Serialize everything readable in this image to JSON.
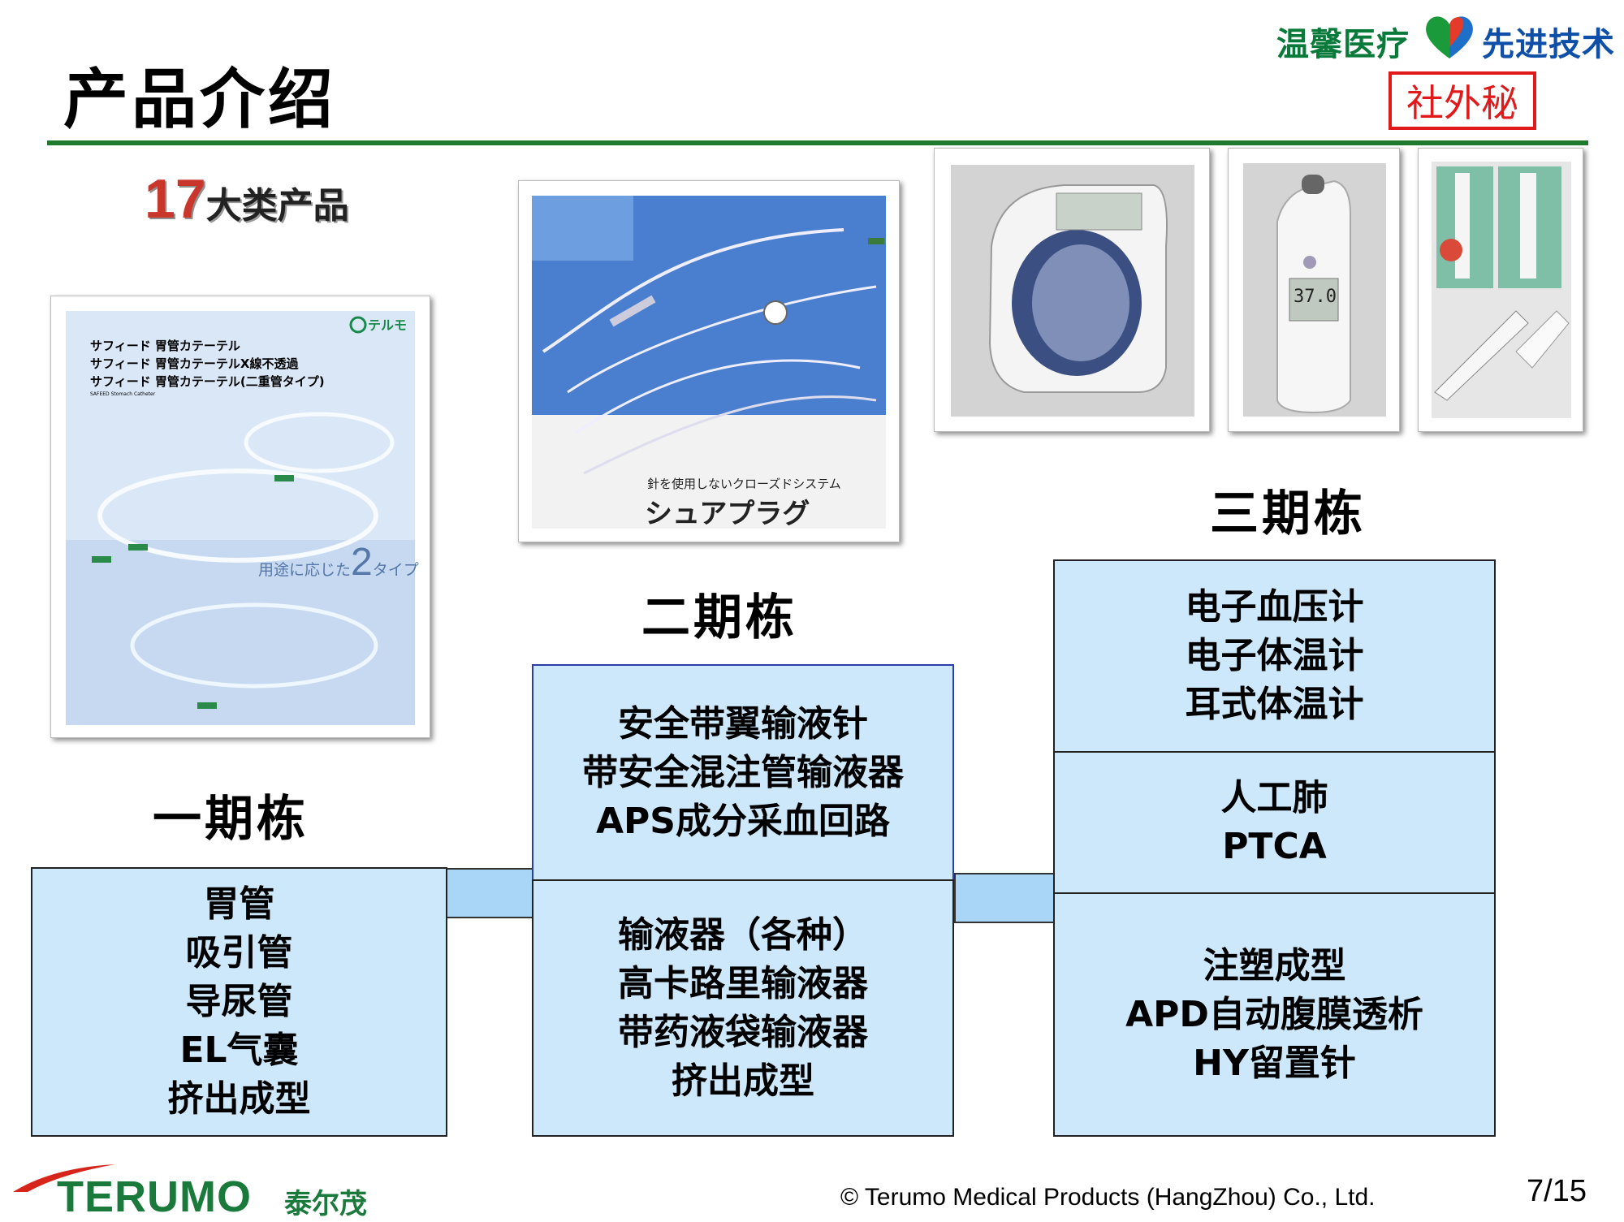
{
  "header": {
    "title": "产品介绍",
    "slogan_left": "温馨医疗",
    "slogan_right": "先进技术",
    "stamp": "社外秘",
    "count_number": "17",
    "count_label": "大类产品"
  },
  "photos": {
    "catalog_one": {
      "brand": "テルモ",
      "lines": [
        "サフィード 胃管カテーテル",
        "サフィード 胃管カテーテルX線不透過",
        "サフィード 胃管カテーテル(二重管タイプ)"
      ],
      "sub": "SAFEED Stomach Catheter",
      "caption_a": "用途に応じた",
      "caption_num": "2",
      "caption_b": "タイプ"
    },
    "catalog_two": {
      "tagline": "針を使用しないクローズドシステム",
      "product": "シュアプラグ"
    },
    "thermo_display": "37.0"
  },
  "phases": {
    "one": {
      "label": "一期栋",
      "items": [
        "胃管",
        "吸引管",
        "导尿管",
        "EL气囊",
        "挤出成型"
      ]
    },
    "two": {
      "label": "二期栋",
      "top_items": [
        "安全带翼输液针",
        "带安全混注管输液器",
        "APS成分采血回路"
      ],
      "bottom_items": [
        "输液器（各种）",
        "高卡路里输液器",
        "带药液袋输液器",
        "挤出成型"
      ]
    },
    "three": {
      "label": "三期栋",
      "top_items": [
        "电子血压计",
        "电子体温计",
        "耳式体温计"
      ],
      "middle_items": [
        "人工肺",
        "PTCA"
      ],
      "bottom_items": [
        "注塑成型",
        "APD自动腹膜透析",
        "HY留置针"
      ]
    }
  },
  "footer": {
    "logo": "TERUMO",
    "logo_cn": "泰尔茂",
    "copyright": "© Terumo Medical Products (HangZhou) Co., Ltd.",
    "page": "7/15"
  },
  "colors": {
    "rule_green": "#1f7a2d",
    "box_fill": "#cde8fa",
    "stamp_red": "#e01a1a",
    "brand_green": "#1a7a3c"
  }
}
